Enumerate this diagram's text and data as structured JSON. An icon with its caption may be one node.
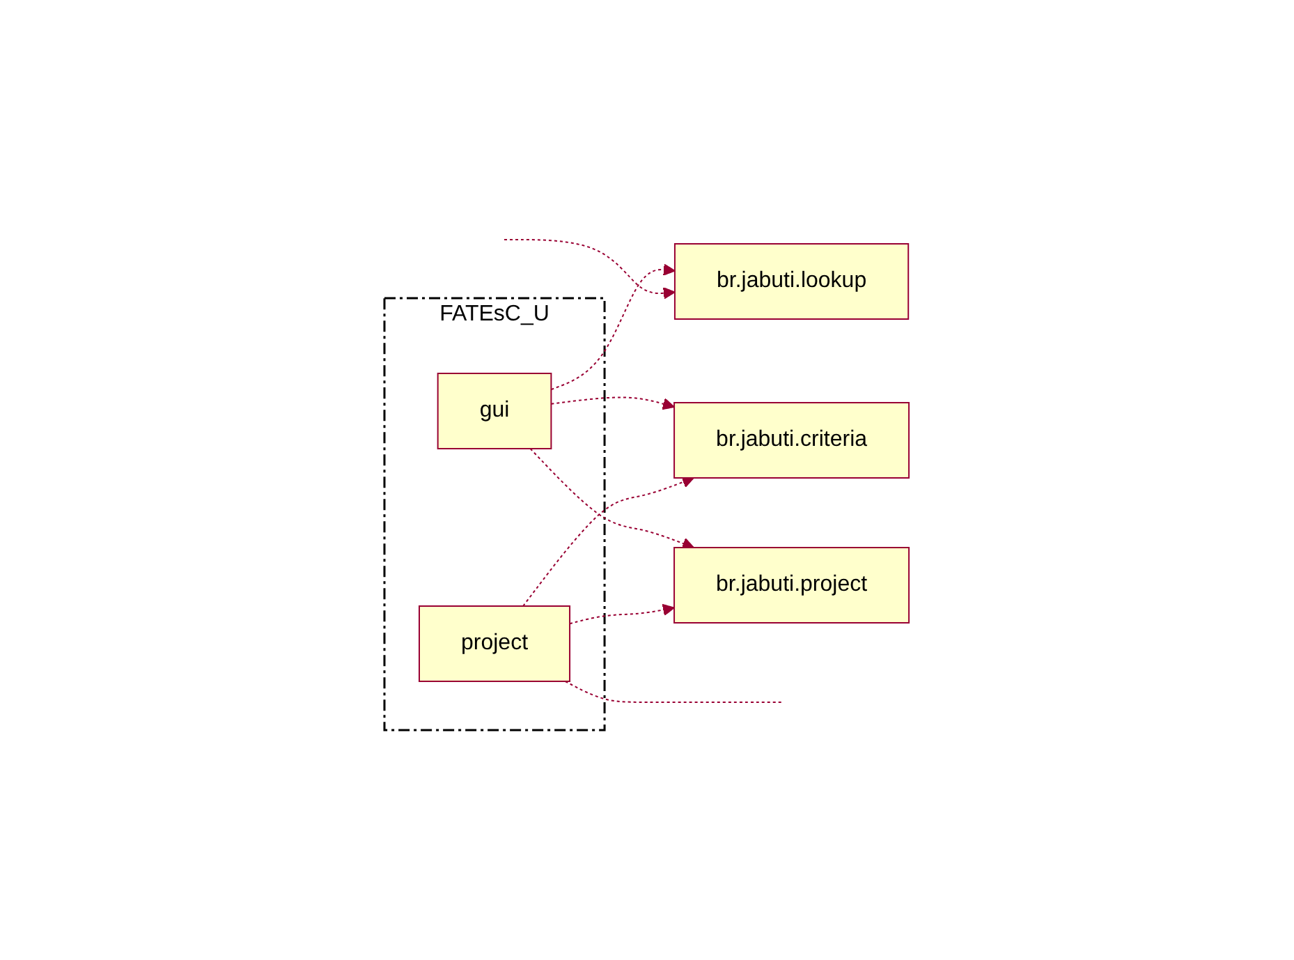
{
  "diagram": {
    "nodes": [
      {
        "text": [
          "FATEsC_U"
        ]
      },
      {
        "text": [
          "gui"
        ],
        "in": 0
      },
      {
        "text": [
          "project"
        ],
        "in": 0
      },
      {
        "text": [
          "br.jabuti.criteria"
        ]
      },
      {
        "text": [
          "br.jabuti.lookup"
        ]
      },
      {
        "text": [
          "br.jabuti.project"
        ]
      }
    ],
    "edges": [
      {
        "from": 1,
        "to": 4,
        "arrow": "to",
        "style": "dashed"
      },
      {
        "from": null,
        "to": 4,
        "arrow": "to",
        "style": "dashed"
      },
      {
        "from": 1,
        "to": 3,
        "arrow": "to",
        "style": "dashed"
      },
      {
        "from": 1,
        "to": 5,
        "arrow": "to",
        "style": "dashed"
      },
      {
        "from": 2,
        "to": 3,
        "arrow": "to",
        "style": "dashed"
      },
      {
        "from": 2,
        "to": 5,
        "arrow": "to",
        "style": "dashed"
      },
      {
        "from": 2,
        "to": null,
        "arrow": "none",
        "style": "dashed"
      }
    ]
  }
}
